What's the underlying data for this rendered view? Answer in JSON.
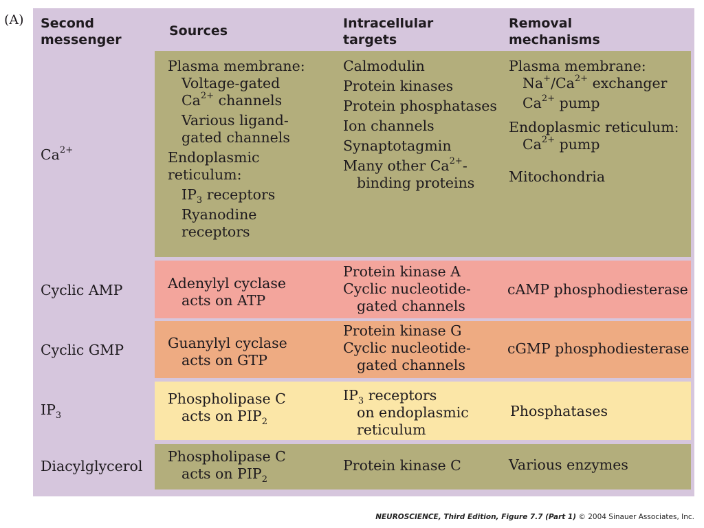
{
  "panel_label": "(A)",
  "headers": {
    "messenger": [
      "Second",
      "messenger"
    ],
    "sources": "Sources",
    "targets": [
      "Intracellular",
      "targets"
    ],
    "removal": [
      "Removal",
      "mechanisms"
    ]
  },
  "colors": {
    "panel": "#d6c6dd",
    "ca_band": "#b3ae7c",
    "camp_band": "#f3a59c",
    "cgmp_band": "#eeab82",
    "ip3_band": "#fbe6a7",
    "dag_band": "#b3ae7c"
  },
  "rows": {
    "ca": {
      "messenger": "Ca2+",
      "sources": [
        "Plasma membrane:",
        "Voltage-gated",
        "Ca2+ channels",
        "Various ligand-",
        "gated channels",
        "Endoplasmic",
        "reticulum:",
        "IP3 receptors",
        "Ryanodine",
        "receptors"
      ],
      "targets": [
        "Calmodulin",
        "Protein kinases",
        "Protein phosphatases",
        "Ion channels",
        "Synaptotagmin",
        "Many other Ca2+-",
        "binding proteins"
      ],
      "removal": [
        "Plasma membrane:",
        "Na+/Ca2+ exchanger",
        "Ca2+ pump",
        "Endoplasmic reticulum:",
        "Ca2+ pump",
        "Mitochondria"
      ]
    },
    "camp": {
      "messenger": "Cyclic AMP",
      "sources": [
        "Adenylyl cyclase",
        "acts on ATP"
      ],
      "targets": [
        "Protein kinase A",
        "Cyclic nucleotide-",
        "gated channels"
      ],
      "removal": [
        "cAMP phosphodiesterase"
      ]
    },
    "cgmp": {
      "messenger": "Cyclic GMP",
      "sources": [
        "Guanylyl cyclase",
        "acts on GTP"
      ],
      "targets": [
        "Protein kinase G",
        "Cyclic nucleotide-",
        "gated channels"
      ],
      "removal": [
        "cGMP phosphodiesterase"
      ]
    },
    "ip3": {
      "messenger": "IP3",
      "sources": [
        "Phospholipase C",
        "acts on PIP2"
      ],
      "targets": [
        "IP3 receptors",
        "on endoplasmic",
        "reticulum"
      ],
      "removal": [
        "Phosphatases"
      ]
    },
    "dag": {
      "messenger": "Diacylglycerol",
      "sources": [
        "Phospholipase C",
        "acts on PIP2"
      ],
      "targets": [
        "Protein kinase C"
      ],
      "removal": [
        "Various enzymes"
      ]
    }
  },
  "caption": {
    "title": "NEUROSCIENCE, Third Edition, Figure 7.7 (Part 1)",
    "copyright": "© 2004 Sinauer Associates, Inc."
  }
}
